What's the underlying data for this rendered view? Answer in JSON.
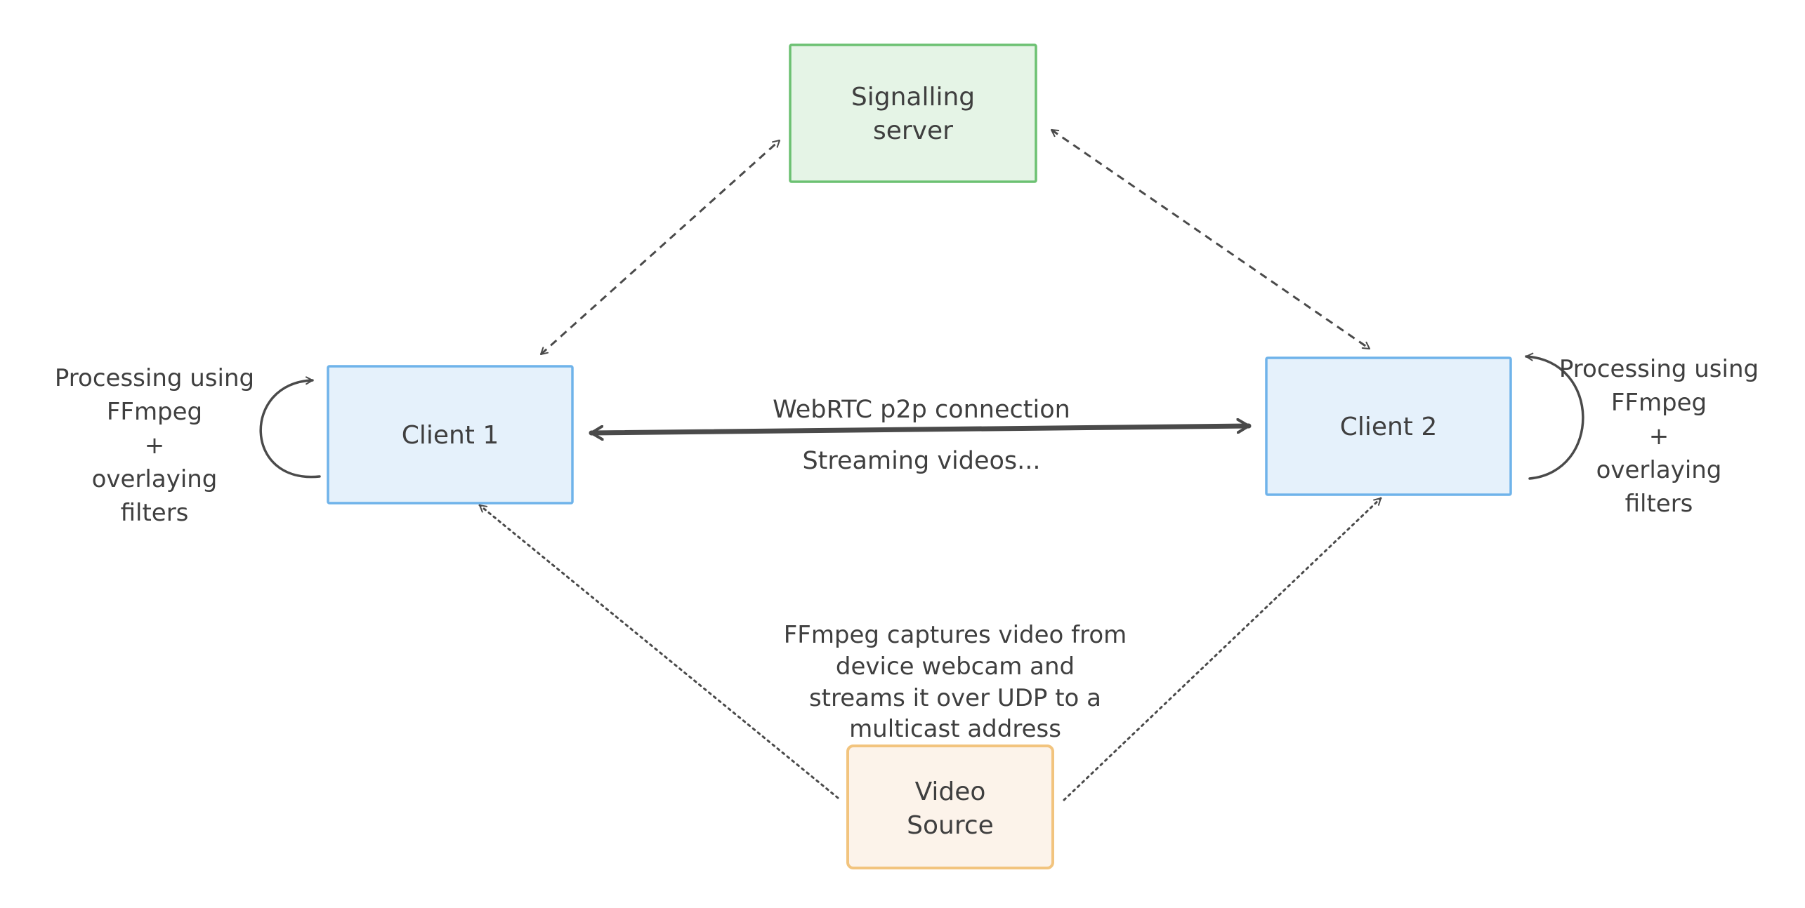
{
  "nodes": {
    "signalling_server": {
      "line1": "Signalling",
      "line2": "server",
      "fill": "#e5f4e6",
      "stroke": "#6cc172"
    },
    "client_1": {
      "label": "Client 1",
      "fill": "#e5f1fb",
      "stroke": "#6fb3ea"
    },
    "client_2": {
      "label": "Client 2",
      "fill": "#e5f1fb",
      "stroke": "#6fb3ea"
    },
    "video_source": {
      "line1": "Video",
      "line2": "Source",
      "fill": "#fcf3ea",
      "stroke": "#f2c47e"
    }
  },
  "edges": {
    "webrtc": {
      "label_top": "WebRTC p2p connection",
      "label_bottom": "Streaming videos..."
    }
  },
  "notes": {
    "client_1_processing": {
      "lines": [
        "Processing using",
        "FFmpeg",
        "+",
        "overlaying",
        "filters"
      ]
    },
    "client_2_processing": {
      "lines": [
        "Processing using",
        "FFmpeg",
        "+",
        "overlaying",
        "filters"
      ]
    },
    "video_source_capture": {
      "lines": [
        "FFmpeg captures video from",
        "device webcam and",
        "streams it over UDP to a",
        "multicast address"
      ]
    }
  },
  "colors": {
    "text": "#3f3f3f",
    "line": "#4a4a4a"
  }
}
